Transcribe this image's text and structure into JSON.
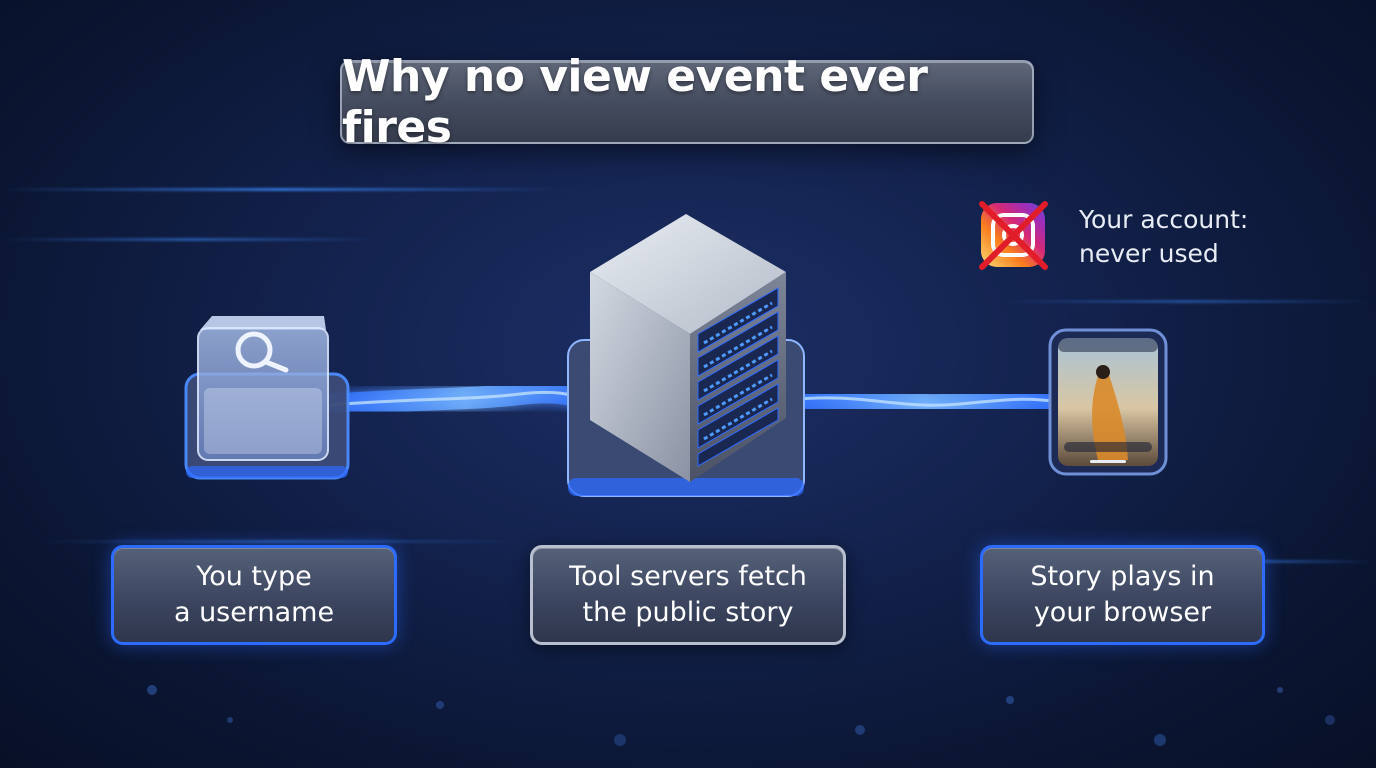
{
  "title": "Why no view event ever fires",
  "steps": [
    {
      "line1": "You type",
      "line2": "a username"
    },
    {
      "line1": "Tool servers fetch",
      "line2": "the public story"
    },
    {
      "line1": "Story plays in",
      "line2": "your browser"
    }
  ],
  "account_note": {
    "line1": "Your account:",
    "line2": "never used"
  },
  "colors": {
    "accent": "#2d6bff",
    "flow": "#3f86ff",
    "cross": "#e11d2a",
    "background": "#13224d"
  },
  "icons": [
    "search-icon",
    "server-icon",
    "phone-icon",
    "instagram-icon-crossed"
  ]
}
